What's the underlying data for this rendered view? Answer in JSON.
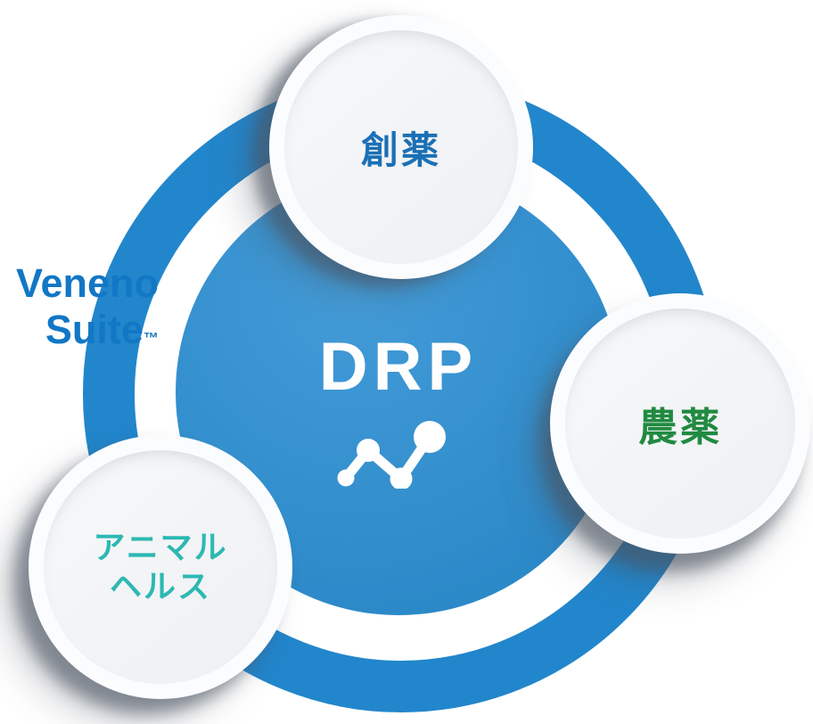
{
  "diagram": {
    "brand": {
      "line1": "Veneno",
      "line2": "Suite",
      "trademark": "™",
      "color": "#1277C5"
    },
    "center": {
      "title": "DRP",
      "title_color": "#FFFFFF",
      "icon": "molecule-icon",
      "circle_color": "#2E90D3",
      "ring_color": "#2286CC"
    },
    "bubbles": [
      {
        "id": "drug-discovery",
        "label": "創薬",
        "color": "#1B70B5",
        "position": "top"
      },
      {
        "id": "agrochemicals",
        "label": "農薬",
        "color": "#218A40",
        "position": "right"
      },
      {
        "id": "animal-health",
        "label_lines": [
          "アニマル",
          "ヘルス"
        ],
        "color": "#2DB8B2",
        "position": "bottom-left"
      }
    ]
  }
}
